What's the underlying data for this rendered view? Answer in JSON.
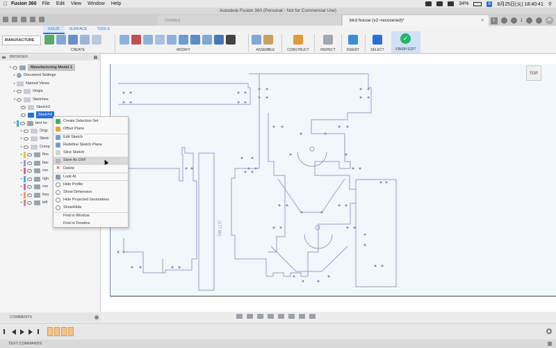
{
  "menubar": {
    "app": "Fusion 360",
    "items": [
      "File",
      "Edit",
      "View",
      "Window",
      "Help"
    ],
    "battery": "34%",
    "datetime": "8月25日(火) 18:40:41"
  },
  "window": {
    "title": "Autodesk Fusion 360 (Personal - Not for Commercial Use)"
  },
  "doc_tabs": [
    {
      "label": "Untitled",
      "active": false
    },
    {
      "label": "bird house (v2~recovered)*",
      "active": true
    }
  ],
  "toolbar_right": {
    "job_count": "1",
    "avatar": "JK"
  },
  "ribbon": {
    "workspace": "MANUFACTURE",
    "tabs": [
      "SOLID",
      "SURFACE",
      "TOOLS"
    ],
    "active_tab": "SOLID",
    "groups": [
      "CREATE",
      "MODIFY",
      "ASSEMBLE",
      "CONSTRUCT",
      "INSPECT",
      "INSERT",
      "SELECT"
    ],
    "finish": "FINISH EDIT"
  },
  "browser": {
    "header": "BROWSER",
    "root": "Manufacturing Model 1",
    "nodes": [
      {
        "label": "Document Settings"
      },
      {
        "label": "Named Views"
      },
      {
        "label": "Origin"
      },
      {
        "label": "Sketches"
      },
      {
        "label": "Sketch3"
      },
      {
        "label": "Sketch4"
      },
      {
        "label": "bird ho"
      },
      {
        "label": "Origi"
      },
      {
        "label": "Sketc"
      },
      {
        "label": "Comp"
      },
      {
        "label": "floo"
      },
      {
        "label": "bac"
      },
      {
        "label": "roo"
      },
      {
        "label": "righ"
      },
      {
        "label": "roo"
      },
      {
        "label": "fron"
      },
      {
        "label": "left"
      }
    ],
    "component_colors": [
      "#f1c232",
      "#8a9ad6",
      "#e06666",
      "#3ab0e0",
      "#d060c0",
      "#f0a060",
      "#e07aa0"
    ]
  },
  "context_menu": {
    "items": [
      {
        "label": "Create Selection Set",
        "icon": "selection-set-icon",
        "color": "#4aa85a"
      },
      {
        "label": "Offset Plane",
        "icon": "offset-plane-icon",
        "color": "#e8a23a"
      },
      {
        "label": "Edit Sketch",
        "icon": "edit-sketch-icon",
        "color": "#7a9cc8"
      },
      {
        "label": "Redefine Sketch Plane",
        "icon": "redefine-plane-icon",
        "color": "#7a9cc8"
      },
      {
        "label": "Slice Sketch",
        "icon": "slice-icon",
        "color": "#999999"
      },
      {
        "label": "Save As DXF",
        "icon": "dxf-icon",
        "color": "#9a9a9a"
      },
      {
        "label": "Delete",
        "icon": "delete-icon",
        "color": "#d9342b"
      },
      {
        "label": "Look At",
        "icon": "look-at-icon",
        "color": "#8898b0"
      },
      {
        "label": "Hide Profile",
        "icon": "eye-icon",
        "color": "#888888"
      },
      {
        "label": "Show Dimension",
        "icon": "eye-icon",
        "color": "#888888"
      },
      {
        "label": "Hide Projected Geometries",
        "icon": "eye-icon",
        "color": "#888888"
      },
      {
        "label": "Show/Hide",
        "icon": "eye-icon",
        "color": "#888888"
      },
      {
        "label": "Find in Window",
        "icon": "",
        "color": ""
      },
      {
        "label": "Find in Timeline",
        "icon": "",
        "color": ""
      }
    ],
    "highlighted": "Save As DXF"
  },
  "viewcube": {
    "face": "TOP"
  },
  "sketch": {
    "dimension": "(177.80)"
  },
  "panels": {
    "comments": "COMMENTS",
    "text_commands": "TEXT COMMANDS"
  }
}
